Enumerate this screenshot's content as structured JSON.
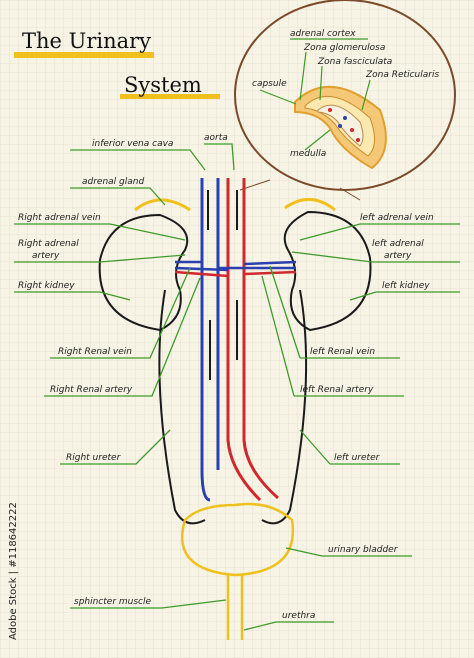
{
  "title": {
    "line1": "The Urinary",
    "line2": "System"
  },
  "inset": {
    "adrenal_cortex": "adrenal cortex",
    "zona_glomerulosa": "Zona glomerulosa",
    "zona_fasciculata": "Zona fasciculata",
    "zona_reticularis": "Zona Reticularis",
    "capsule": "capsule",
    "medulla": "medulla"
  },
  "labels": {
    "inferior_vena_cava": "inferior vena cava",
    "aorta": "aorta",
    "adrenal_gland": "adrenal gland",
    "right_adrenal_vein": "Right adrenal vein",
    "left_adrenal_vein": "left adrenal vein",
    "right_adrenal_artery_1": "Right adrenal",
    "right_adrenal_artery_2": "artery",
    "left_adrenal_artery_1": "left adrenal",
    "left_adrenal_artery_2": "artery",
    "right_kidney": "Right kidney",
    "left_kidney": "left kidney",
    "right_renal_vein": "Right Renal vein",
    "left_renal_vein": "left Renal vein",
    "right_renal_artery": "Right Renal artery",
    "left_renal_artery": "left Renal artery",
    "right_ureter": "Right ureter",
    "left_ureter": "left ureter",
    "urinary_bladder": "urinary bladder",
    "sphincter_muscle": "sphincter muscle",
    "urethra": "urethra"
  },
  "stock": {
    "id": "Adobe Stock | #118642222"
  },
  "colors": {
    "green": "#3f9a2a",
    "yellow": "#f0c01c",
    "red": "#d0282c",
    "blue": "#2a3fb0",
    "ink": "#1a1a1a"
  }
}
